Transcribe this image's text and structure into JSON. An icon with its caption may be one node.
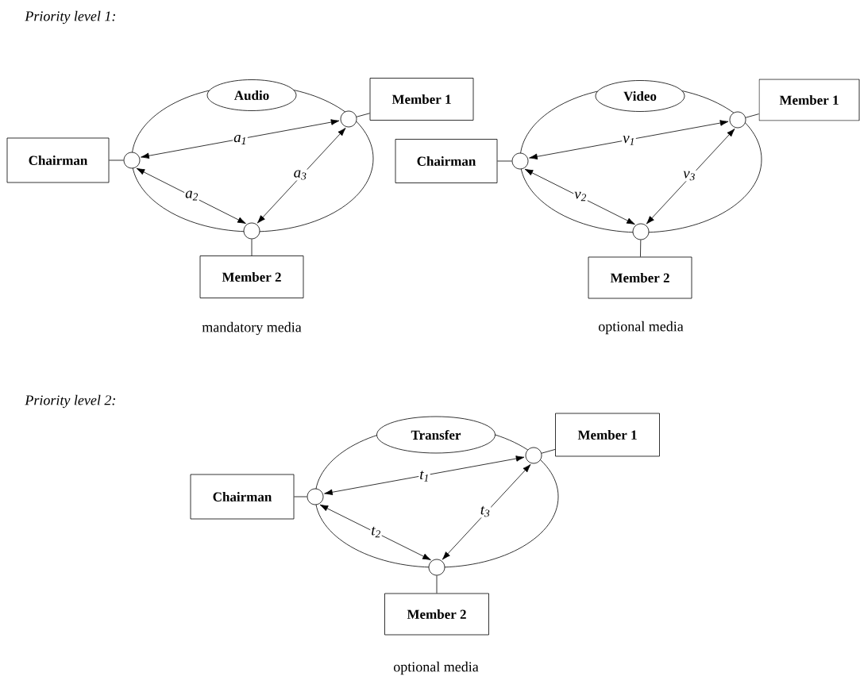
{
  "diagram": {
    "nodes": [
      {
        "text": [
          "Audio"
        ]
      },
      {
        "text": [
          "Chairman"
        ]
      },
      {
        "text": [
          "Member 1"
        ]
      },
      {
        "text": [
          "Member 2"
        ]
      },
      {
        "text": [],
        "shape": "circle"
      },
      {
        "text": [],
        "shape": "circle"
      },
      {
        "text": [],
        "shape": "circle"
      },
      {
        "text": [
          "Video"
        ]
      },
      {
        "text": [
          "Chairman"
        ]
      },
      {
        "text": [
          "Member 1"
        ]
      },
      {
        "text": [
          "Member 2"
        ]
      },
      {
        "text": [],
        "shape": "circle"
      },
      {
        "text": [],
        "shape": "circle"
      },
      {
        "text": [],
        "shape": "circle"
      },
      {
        "text": [
          "Transfer"
        ]
      },
      {
        "text": [
          "Chairman"
        ]
      },
      {
        "text": [
          "Member 1"
        ]
      },
      {
        "text": [
          "Member 2"
        ]
      },
      {
        "text": [],
        "shape": "circle"
      },
      {
        "text": [],
        "shape": "circle"
      },
      {
        "text": [],
        "shape": "circle"
      }
    ],
    "edges": [
      {
        "from": 1,
        "to": 4,
        "arrow": "none"
      },
      {
        "from": 2,
        "to": 5,
        "arrow": "none"
      },
      {
        "from": 3,
        "to": 6,
        "arrow": "none"
      },
      {
        "from": 4,
        "to": 5,
        "arrow": "both",
        "label": "a$_{1}$"
      },
      {
        "from": 4,
        "to": 6,
        "arrow": "both",
        "label": "a$_{2}$"
      },
      {
        "from": 5,
        "to": 6,
        "arrow": "both",
        "label": "a$_{3}$"
      },
      {
        "from": 8,
        "to": 11,
        "arrow": "none"
      },
      {
        "from": 9,
        "to": 12,
        "arrow": "none"
      },
      {
        "from": 10,
        "to": 13,
        "arrow": "none"
      },
      {
        "from": 11,
        "to": 12,
        "arrow": "both",
        "label": "v$_{1}$"
      },
      {
        "from": 11,
        "to": 13,
        "arrow": "both",
        "label": "v$_{2}$"
      },
      {
        "from": 12,
        "to": 13,
        "arrow": "both",
        "label": "v$_{3}$"
      },
      {
        "from": 15,
        "to": 18,
        "arrow": "none"
      },
      {
        "from": 16,
        "to": 19,
        "arrow": "none"
      },
      {
        "from": 17,
        "to": 20,
        "arrow": "none"
      },
      {
        "from": 18,
        "to": 19,
        "arrow": "both",
        "label": "t$_{1}$"
      },
      {
        "from": 18,
        "to": 20,
        "arrow": "both",
        "label": "t$_{2}$"
      },
      {
        "from": 19,
        "to": 20,
        "arrow": "both",
        "label": "t$_{3}$"
      }
    ],
    "labels": [
      "Priority level 1:",
      "mandatory media",
      "optional media",
      "Priority level 2:",
      "optional media"
    ]
  }
}
